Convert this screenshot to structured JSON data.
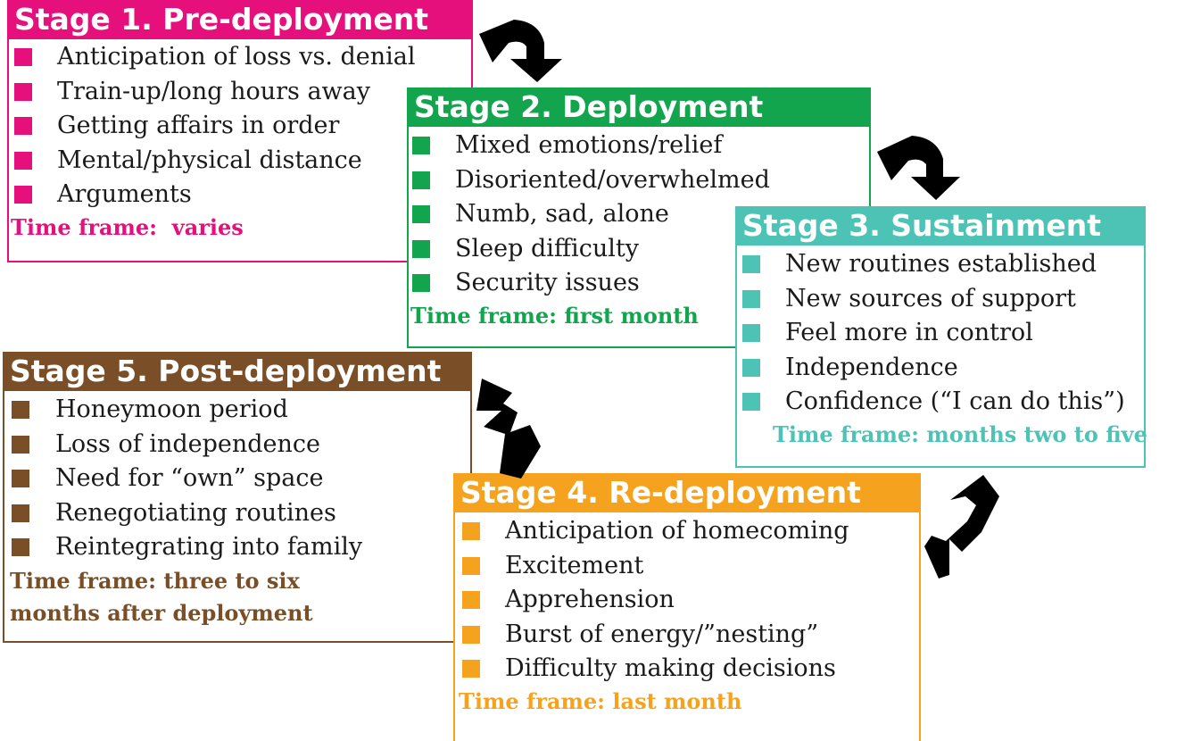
{
  "colors": {
    "stage1": "#e5107b",
    "stage2": "#13a54e",
    "stage3": "#4dc3b5",
    "stage4": "#f5a31f",
    "stage5": "#7a4f27",
    "arrow": "#000000"
  },
  "stages": [
    {
      "title": "Stage 1. Pre-deployment",
      "items": [
        "Anticipation of loss vs. denial",
        "Train-up/long hours away",
        "Getting affairs in order",
        "Mental/physical distance",
        "Arguments"
      ],
      "timeframe": "Time frame:  varies"
    },
    {
      "title": "Stage 2. Deployment",
      "items": [
        "Mixed emotions/relief",
        "Disoriented/overwhelmed",
        "Numb, sad, alone",
        "Sleep difficulty",
        "Security issues"
      ],
      "timeframe": "Time frame: first month"
    },
    {
      "title": "Stage 3. Sustainment",
      "items": [
        "New routines established",
        "New sources of support",
        "Feel more in control",
        "Independence",
        "Confidence (“I can do this”)"
      ],
      "timeframe": "Time frame: months two to five"
    },
    {
      "title": "Stage 4. Re-deployment",
      "items": [
        "Anticipation of homecoming",
        "Excitement",
        "Apprehension",
        "Burst of energy/”nesting”",
        "Difficulty making decisions"
      ],
      "timeframe": "Time frame: last month"
    },
    {
      "title": "Stage 5. Post-deployment",
      "items": [
        "Honeymoon period",
        "Loss of independence",
        "Need for “own” space",
        "Renegotiating routines",
        "Reintegrating into family"
      ],
      "timeframe": "Time frame: three to six",
      "timeframe_line2": "months after deployment"
    }
  ]
}
